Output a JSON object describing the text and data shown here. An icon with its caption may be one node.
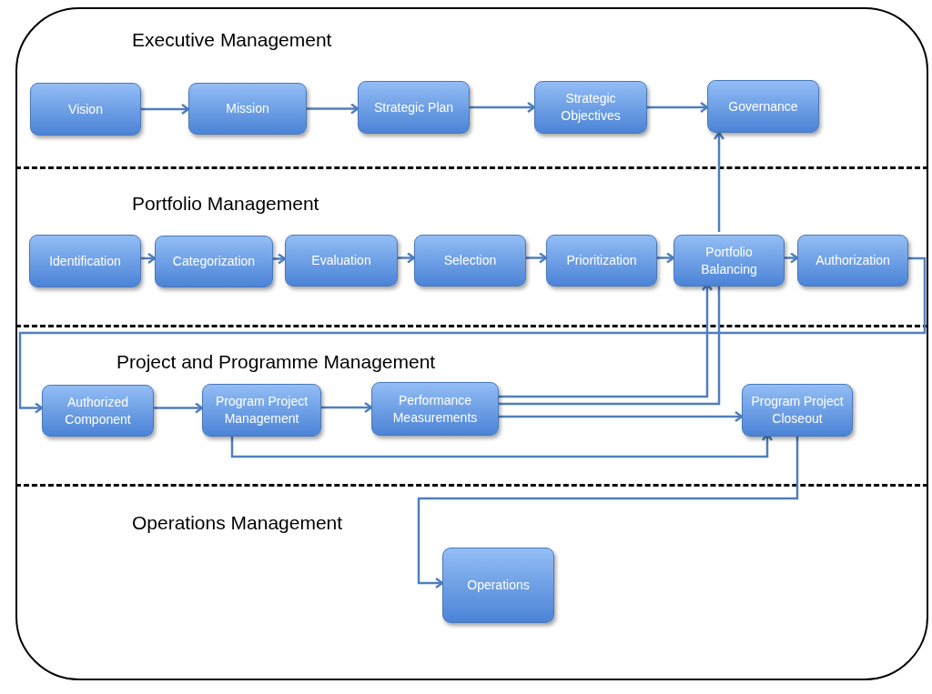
{
  "diagram": {
    "nodes": [
      {
        "text": [
          "Executive Management"
        ]
      },
      {
        "text": [
          "Vision"
        ],
        "in": 0
      },
      {
        "text": [
          "Mission"
        ],
        "in": 0
      },
      {
        "text": [
          "Strategic Plan"
        ],
        "in": 0
      },
      {
        "text": [
          "Strategic Objectives"
        ],
        "in": 0
      },
      {
        "text": [
          "Governance"
        ],
        "in": 0
      },
      {
        "text": [
          "Portfolio Management"
        ]
      },
      {
        "text": [
          "Identification"
        ],
        "in": 6
      },
      {
        "text": [
          "Categorization"
        ],
        "in": 6
      },
      {
        "text": [
          "Evaluation"
        ],
        "in": 6
      },
      {
        "text": [
          "Selection"
        ],
        "in": 6
      },
      {
        "text": [
          "Prioritization"
        ],
        "in": 6
      },
      {
        "text": [
          "Portfolio Balancing"
        ],
        "in": 6
      },
      {
        "text": [
          "Authorization"
        ],
        "in": 6
      },
      {
        "text": [
          "Project and Programme Management"
        ]
      },
      {
        "text": [
          "Authorized Component"
        ],
        "in": 14
      },
      {
        "text": [
          "Program Project Management"
        ],
        "in": 14
      },
      {
        "text": [
          "Performance Measurements"
        ],
        "in": 14
      },
      {
        "text": [
          "Program Project Closeout"
        ],
        "in": 14
      },
      {
        "text": [
          "Operations Management"
        ]
      },
      {
        "text": [
          "Operations"
        ],
        "in": 19
      }
    ],
    "edges": [
      {
        "from": 1,
        "to": 2,
        "arrow": "to"
      },
      {
        "from": 2,
        "to": 3,
        "arrow": "to"
      },
      {
        "from": 3,
        "to": 4,
        "arrow": "to"
      },
      {
        "from": 4,
        "to": 5,
        "arrow": "to"
      },
      {
        "from": 7,
        "to": 8,
        "arrow": "to"
      },
      {
        "from": 8,
        "to": 9,
        "arrow": "to"
      },
      {
        "from": 9,
        "to": 10,
        "arrow": "to"
      },
      {
        "from": 10,
        "to": 11,
        "arrow": "to"
      },
      {
        "from": 11,
        "to": 12,
        "arrow": "to"
      },
      {
        "from": 12,
        "to": 13,
        "arrow": "to"
      },
      {
        "from": 17,
        "to": 12,
        "arrow": "to"
      },
      {
        "from": 17,
        "to": 12,
        "arrow": "none"
      },
      {
        "from": 17,
        "to": 18,
        "arrow": "to"
      },
      {
        "from": 15,
        "to": 16,
        "arrow": "to"
      },
      {
        "from": 16,
        "to": 17,
        "arrow": "to"
      },
      {
        "from": 16,
        "to": 18,
        "arrow": "to"
      },
      {
        "from": 13,
        "to": 15,
        "arrow": "to"
      },
      {
        "from": 18,
        "to": 20,
        "arrow": "to"
      },
      {
        "from": 12,
        "to": 5,
        "arrow": "to"
      }
    ]
  }
}
